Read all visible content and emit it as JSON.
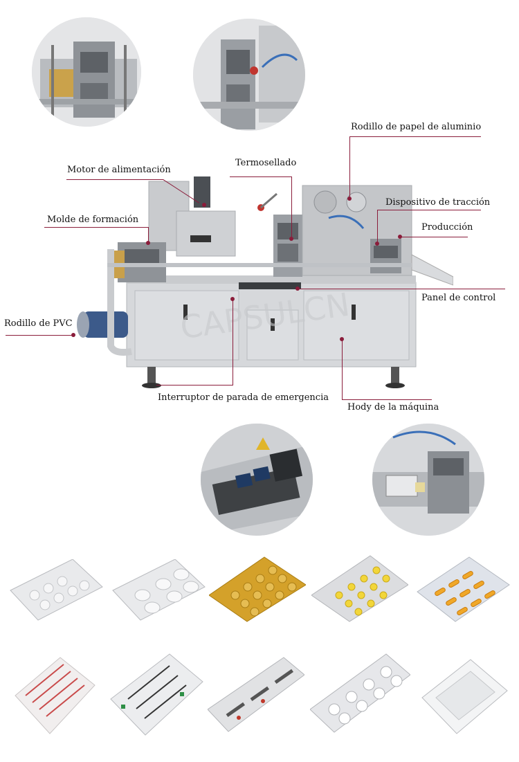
{
  "watermark": "CAPSULCN",
  "labels": {
    "foil_roller": "Rodillo de papel de aluminio",
    "heat_seal": "Termosellado",
    "feed_motor": "Motor de alimentación",
    "traction": "Dispositivo de tracción",
    "forming_mold": "Molde de formación",
    "output": "Producción",
    "control_panel": "Panel de control",
    "pvc_roller": "Rodillo de PVC",
    "emergency_stop": "Interruptor de parada de emergencia",
    "machine_body": "Hody de la máquina"
  },
  "colors": {
    "leader": "#8a1c3a",
    "machine": "#d6d8db",
    "gold": "#d4a12a"
  },
  "detail_photos": [
    "forming-station-photo",
    "heat-seal-station-photo",
    "control-panel-photo",
    "traction-device-photo"
  ],
  "samples_row1": [
    "white-tablet-blister",
    "white-round-blister",
    "gold-foil-blister",
    "yellow-tablet-blister",
    "capsule-blister"
  ],
  "samples_row2": [
    "red-print-blister",
    "chinese-print-blister",
    "printed-foil-blister",
    "star-tablet-blister",
    "clear-tray-blister"
  ]
}
